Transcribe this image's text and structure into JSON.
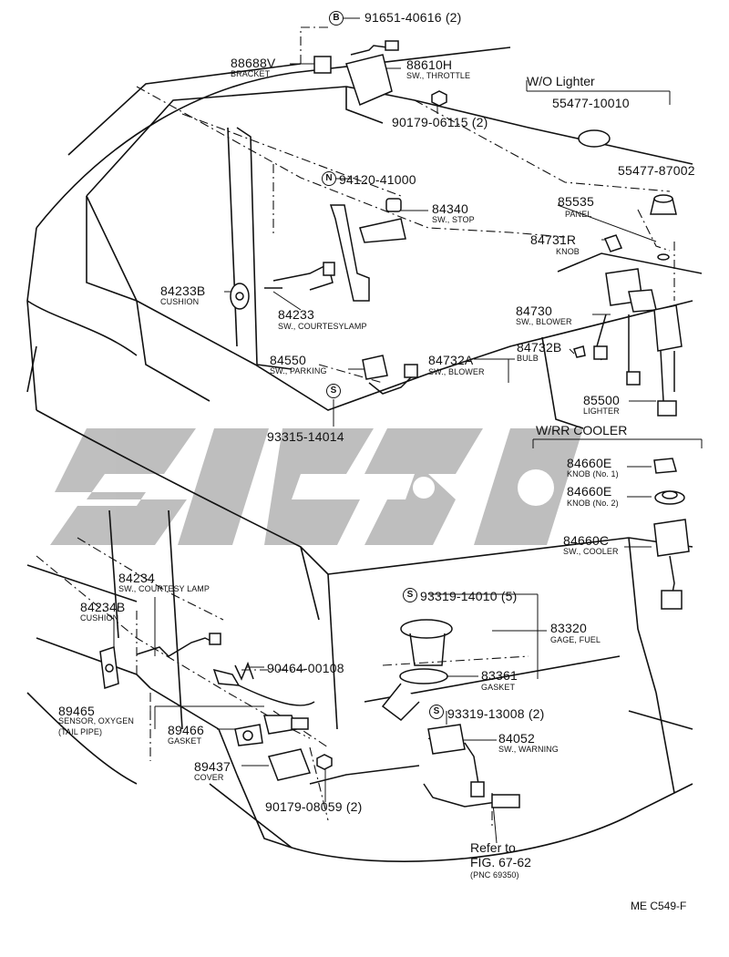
{
  "watermark": {
    "color": "#b8b8b8"
  },
  "headers": {
    "wo_lighter": "W/O Lighter",
    "wrr_cooler": "W/RR COOLER"
  },
  "circled": {
    "b": "B",
    "n": "N",
    "s": "S"
  },
  "parts": [
    {
      "id": "p1",
      "pn": "91651-40616 (2)",
      "desc": ""
    },
    {
      "id": "p2",
      "pn": "88688V",
      "desc": "BRACKET"
    },
    {
      "id": "p3",
      "pn": "88610H",
      "desc": "SW., THROTTLE"
    },
    {
      "id": "p4",
      "pn": "90179-06115 (2)",
      "desc": ""
    },
    {
      "id": "p5",
      "pn": "55477-10010",
      "desc": ""
    },
    {
      "id": "p6",
      "pn": "55477-87002",
      "desc": ""
    },
    {
      "id": "p7",
      "pn": "94120-41000",
      "desc": ""
    },
    {
      "id": "p8",
      "pn": "84340",
      "desc": "SW., STOP"
    },
    {
      "id": "p9",
      "pn": "85535",
      "desc": "PANEL"
    },
    {
      "id": "p10",
      "pn": "84731R",
      "desc": "KNOB"
    },
    {
      "id": "p11",
      "pn": "84233B",
      "desc": "CUSHION"
    },
    {
      "id": "p12",
      "pn": "84233",
      "desc": "SW., COURTESYLAMP"
    },
    {
      "id": "p13",
      "pn": "84730",
      "desc": "SW., BLOWER"
    },
    {
      "id": "p14",
      "pn": "84550",
      "desc": "SW., PARKING"
    },
    {
      "id": "p15",
      "pn": "84732A",
      "desc": "SW., BLOWER"
    },
    {
      "id": "p16",
      "pn": "84732B",
      "desc": "BULB"
    },
    {
      "id": "p17",
      "pn": "85500",
      "desc": "LIGHTER"
    },
    {
      "id": "p18",
      "pn": "93315-14014",
      "desc": ""
    },
    {
      "id": "p19",
      "pn": "84660E",
      "desc": "KNOB (No. 1)"
    },
    {
      "id": "p20",
      "pn": "84660E",
      "desc": "KNOB (No. 2)"
    },
    {
      "id": "p21",
      "pn": "84660C",
      "desc": "SW., COOLER"
    },
    {
      "id": "p22",
      "pn": "84234",
      "desc": "SW., COURTESY LAMP"
    },
    {
      "id": "p23",
      "pn": "84234B",
      "desc": "CUSHION"
    },
    {
      "id": "p24",
      "pn": "93319-14010 (5)",
      "desc": ""
    },
    {
      "id": "p25",
      "pn": "83320",
      "desc": "GAGE, FUEL"
    },
    {
      "id": "p26",
      "pn": "90464-00108",
      "desc": ""
    },
    {
      "id": "p27",
      "pn": "83361",
      "desc": "GASKET"
    },
    {
      "id": "p28",
      "pn": "89465",
      "desc": "SENSOR, OXYGEN"
    },
    {
      "id": "p29",
      "pn": "93319-13008 (2)",
      "desc": ""
    },
    {
      "id": "p30",
      "pn": "89466",
      "desc": "GASKET"
    },
    {
      "id": "p31",
      "pn": "84052",
      "desc": "SW., WARNING"
    },
    {
      "id": "p32",
      "pn": "89437",
      "desc": "COVER"
    },
    {
      "id": "p33",
      "pn": "90179-08059 (2)",
      "desc": ""
    }
  ],
  "tail_pipe": "(TAIL PIPE)",
  "refer": {
    "line1": "Refer to",
    "line2": "FIG. 67-62",
    "line3": "(PNC 69350)"
  },
  "figure_code": "ME C549-F"
}
